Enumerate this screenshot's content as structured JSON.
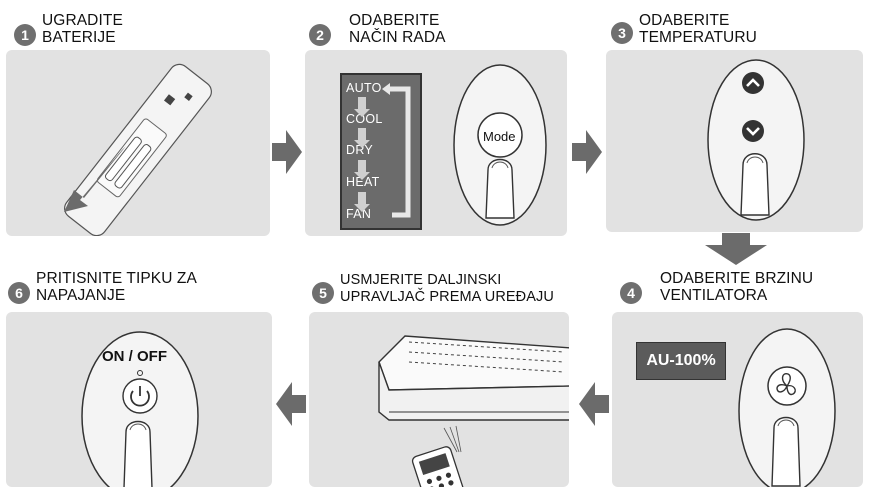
{
  "steps": [
    {
      "number": "1",
      "line1": "UGRADITE",
      "line2": "BATERIJE"
    },
    {
      "number": "2",
      "line1": "ODABERITE",
      "line2": "NAČIN RADA"
    },
    {
      "number": "3",
      "line1": "ODABERITE",
      "line2": "TEMPERATURU"
    },
    {
      "number": "4",
      "line1": "ODABERITE BRZINU",
      "line2": "VENTILATORA"
    },
    {
      "number": "5",
      "line1": "USMJERITE DALJINSKI",
      "line2": "UPRAVLJAČ PREMA UREĐAJU"
    },
    {
      "number": "6",
      "line1": "PRITISNITE TIPKU ZA",
      "line2": "NAPAJANJE"
    }
  ],
  "modes": [
    "AUTO",
    "COOL",
    "DRY",
    "HEAT",
    "FAN"
  ],
  "mode_button_label": "Mode",
  "fan_display": "AU-100%",
  "power_button_label": "ON / OFF",
  "icons": {
    "temp_up": "chevron-up-icon",
    "temp_down": "chevron-down-icon",
    "fan": "fan-icon",
    "power": "power-icon",
    "finger": "finger-icon"
  },
  "colors": {
    "panel": "#e2e2e2",
    "arrow": "#6b6b6b",
    "number_badge": "#6f6f6f",
    "mode_box": "#6b6b6b",
    "display": "#5b5b5b"
  }
}
